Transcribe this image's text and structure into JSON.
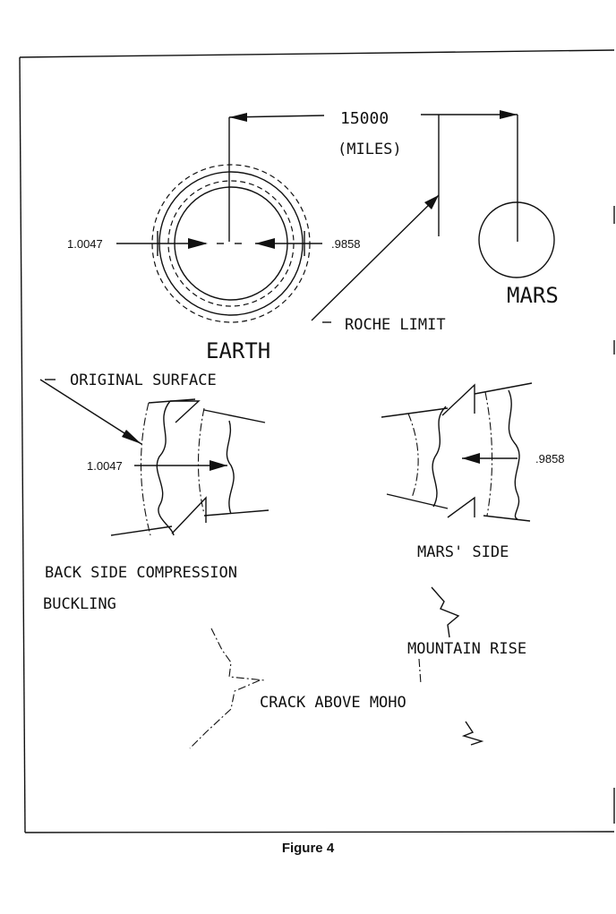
{
  "labels": {
    "distance_value": "15000",
    "distance_unit": "(MILES)",
    "earth": "EARTH",
    "mars": "MARS",
    "roche_limit": "ROCHE LIMIT",
    "earth_left_value": "1.0047",
    "earth_right_value": ".9858",
    "original_surface": "ORIGINAL SURFACE",
    "left_detail_value": "1.0047",
    "right_detail_value": ".9858",
    "mars_side": "MARS' SIDE",
    "back_side_line1": "BACK SIDE COMPRESSION",
    "back_side_line2": "BUCKLING",
    "mountain_rise": "MOUNTAIN RISE",
    "crack_above_moho": "CRACK ABOVE MOHO"
  },
  "caption": "Figure 4"
}
